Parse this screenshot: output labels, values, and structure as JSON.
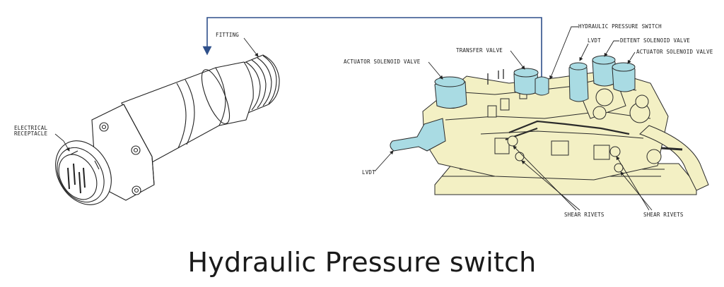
{
  "caption": "Hydraulic Pressure switch",
  "labels": {
    "fitting": "FITTING",
    "electrical_receptacle_1": "ELECTRICAL",
    "electrical_receptacle_2": "RECEPTACLE",
    "hydraulic_pressure_switch": "HYDRAULIC PRESSURE SWITCH",
    "lvdt_top": "LVDT",
    "detent_solenoid_valve": "DETENT SOLENOID VALVE",
    "actuator_solenoid_valve_right": "ACTUATOR SOLENOID VALVE",
    "transfer_valve": "TRANSFER VALVE",
    "actuator_solenoid_valve_left": "ACTUATOR SOLENOID VALVE",
    "lvdt_left": "LVDT",
    "shear_rivets_1": "SHEAR RIVETS",
    "shear_rivets_2": "SHEAR RIVETS"
  },
  "colors": {
    "assembly_fill": "#f3f0c4",
    "component_fill": "#a9dbe3",
    "pointer_arrow": "#2e4f8a",
    "line": "#222222"
  }
}
